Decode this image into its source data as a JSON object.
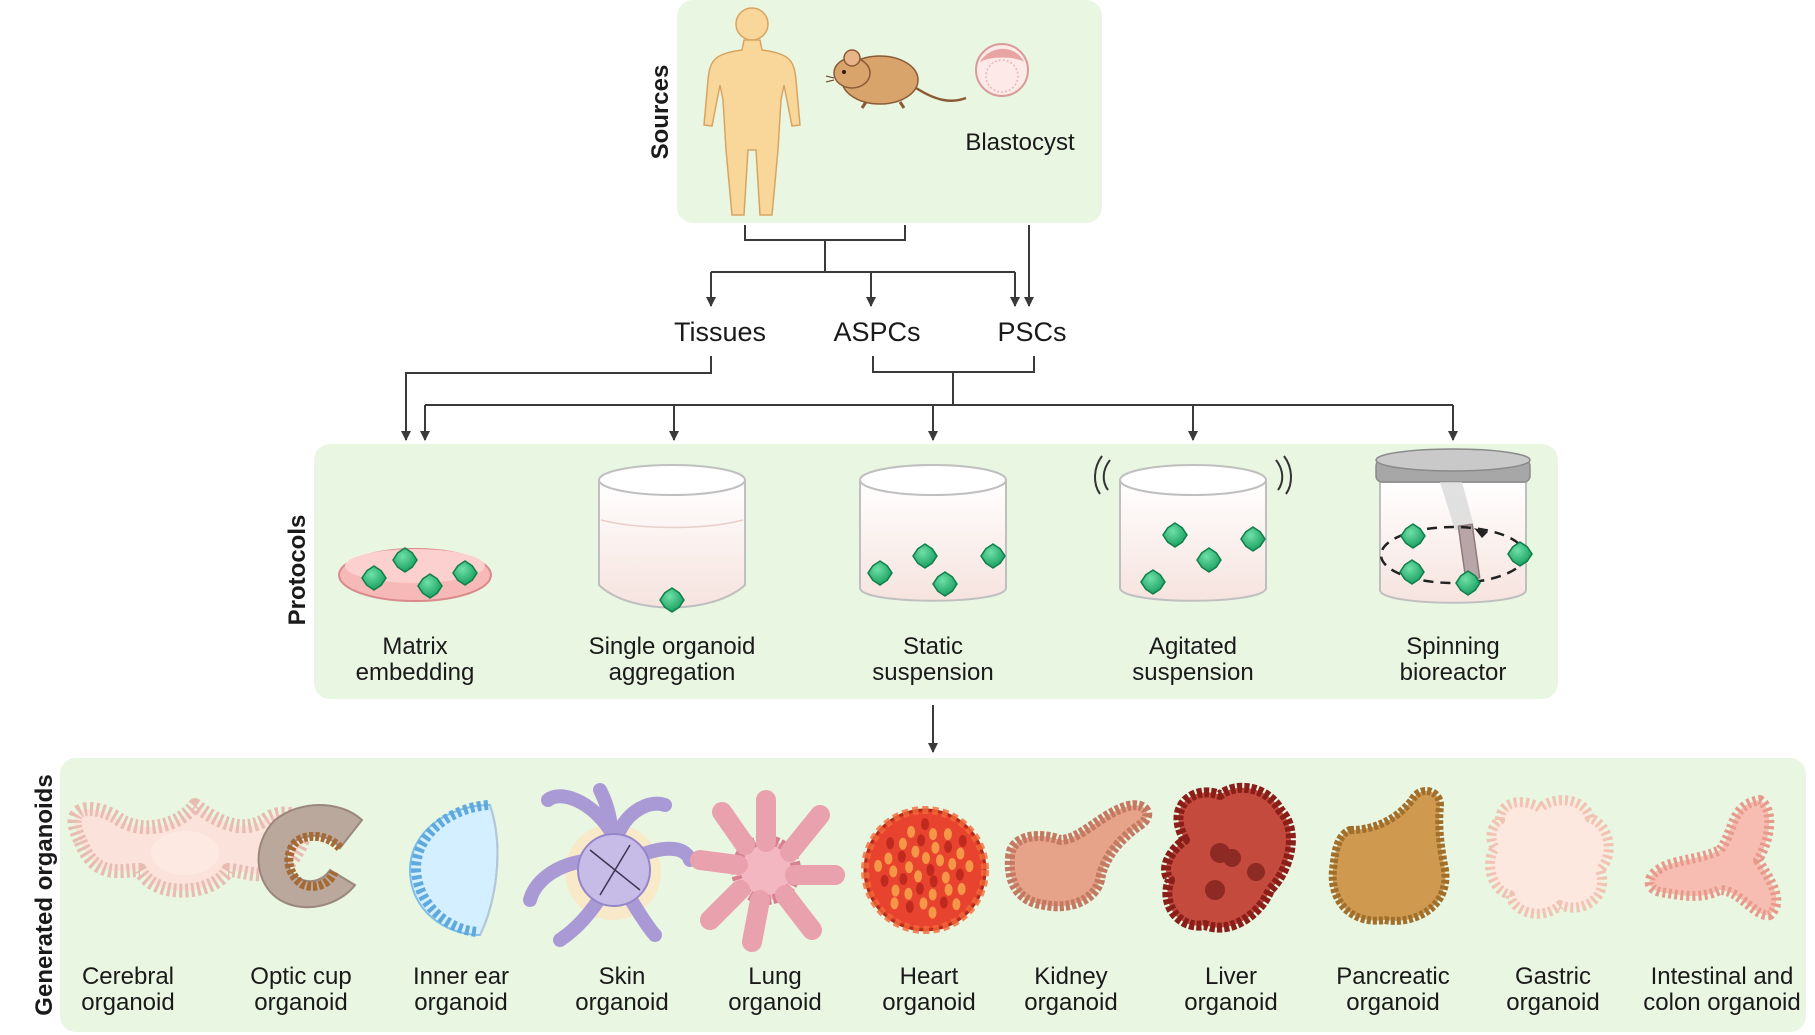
{
  "colors": {
    "panel": "#e9f6e2",
    "connector": "#3a3a3a",
    "organoid_cell": "#2db87a"
  },
  "sources": {
    "title": "Sources",
    "blastocyst": "Blastocyst",
    "icons": [
      "human-figure",
      "mouse",
      "blastocyst"
    ]
  },
  "intermediates": {
    "tissues": "Tissues",
    "aspcs": "ASPCs",
    "pscs": "PSCs"
  },
  "protocols": {
    "title": "Protocols",
    "items": [
      {
        "line1": "Matrix",
        "line2": "embedding"
      },
      {
        "line1": "Single organoid",
        "line2": "aggregation"
      },
      {
        "line1": "Static",
        "line2": "suspension"
      },
      {
        "line1": "Agitated",
        "line2": "suspension"
      },
      {
        "line1": "Spinning",
        "line2": "bioreactor"
      }
    ]
  },
  "organoids": {
    "title": "Generated organoids",
    "items": [
      {
        "line1": "Cerebral",
        "line2": "organoid"
      },
      {
        "line1": "Optic cup",
        "line2": "organoid"
      },
      {
        "line1": "Inner ear",
        "line2": "organoid"
      },
      {
        "line1": "Skin",
        "line2": "organoid"
      },
      {
        "line1": "Lung",
        "line2": "organoid"
      },
      {
        "line1": "Heart",
        "line2": "organoid"
      },
      {
        "line1": "Kidney",
        "line2": "organoid"
      },
      {
        "line1": "Liver",
        "line2": "organoid"
      },
      {
        "line1": "Pancreatic",
        "line2": "organoid"
      },
      {
        "line1": "Gastric",
        "line2": "organoid"
      },
      {
        "line1": "Intestinal and",
        "line2": "colon organoid"
      }
    ]
  }
}
